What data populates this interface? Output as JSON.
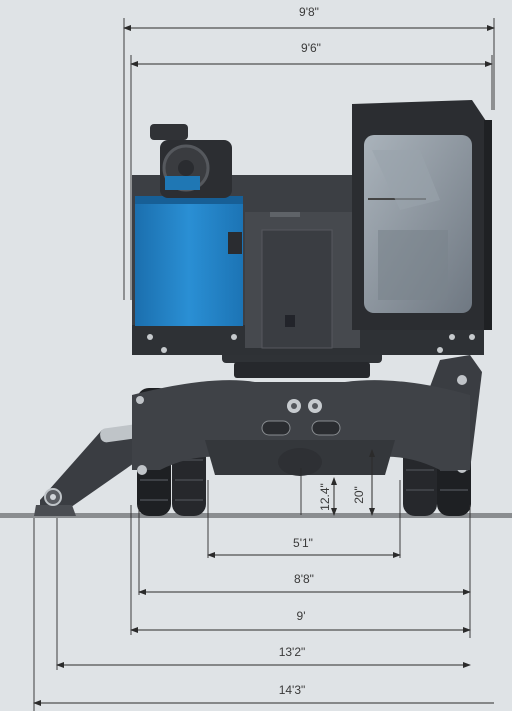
{
  "dimensions": {
    "overall_width_top": "9'8\"",
    "cab_width": "9'6\"",
    "ground_clearance_left": "12.4\"",
    "ground_clearance_right": "20\"",
    "track_width_inner": "5'1\"",
    "track_width_outer": "8'8\"",
    "undercarriage_width": "9'",
    "outrigger_span_inner": "13'2\"",
    "outrigger_span_outer": "14'3\""
  },
  "colors": {
    "background": "#dfe3e6",
    "machine_dark": "#3c3f44",
    "machine_darker": "#2a2c30",
    "engine_blue": "#1f7fc2",
    "glass": "#8c96a0",
    "ground": "#8a8d90"
  }
}
